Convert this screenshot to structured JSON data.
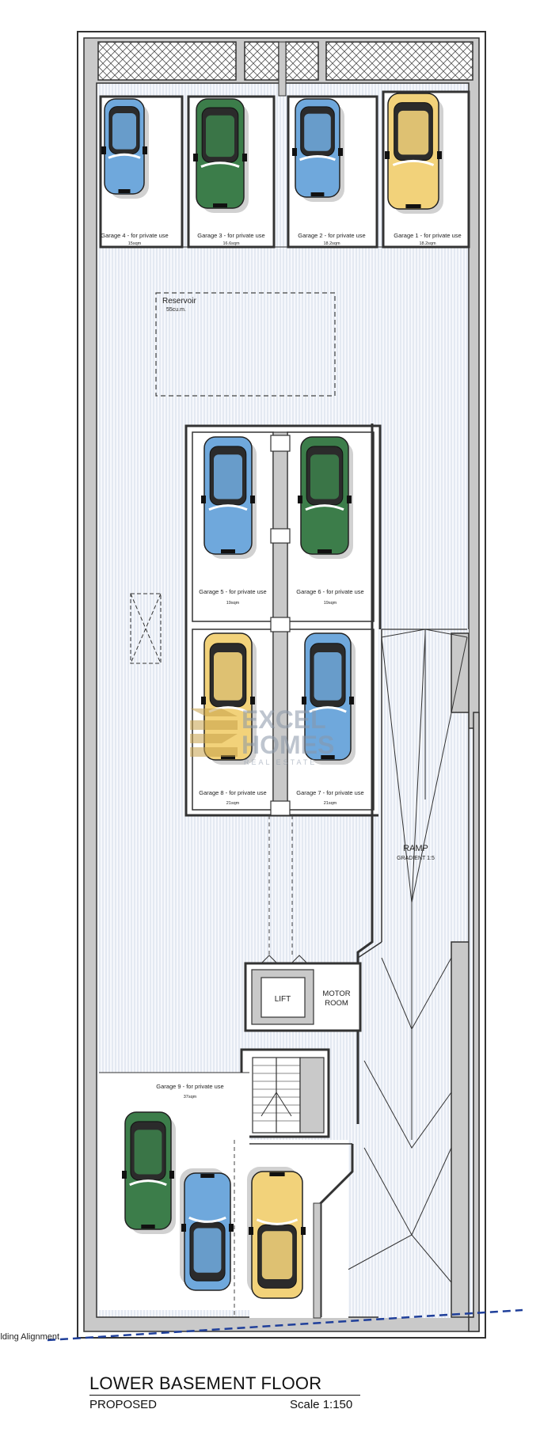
{
  "plan": {
    "garages": [
      {
        "name": "Garage 4 - for private use",
        "area": "15sqm"
      },
      {
        "name": "Garage 3 - for private use",
        "area": "16.6sqm"
      },
      {
        "name": "Garage 2 - for private use",
        "area": "18.2sqm"
      },
      {
        "name": "Garage 1 - for private use",
        "area": "18.2sqm"
      },
      {
        "name": "Garage 5 - for private use",
        "area": "19sqm"
      },
      {
        "name": "Garage 6 - for private use",
        "area": "19sqm"
      },
      {
        "name": "Garage 8 - for private use",
        "area": "21sqm"
      },
      {
        "name": "Garage 7 - for private use",
        "area": "21sqm"
      },
      {
        "name": "Garage 9 - for private use",
        "area": "37sqm"
      }
    ],
    "reservoir": {
      "name": "Reservoir",
      "volume": "55cu.m."
    },
    "lift": "LIFT",
    "motor_room": [
      "MOTOR",
      "ROOM"
    ],
    "ramp": {
      "name": "RAMP",
      "gradient": "GRADIENT 1:5"
    },
    "building_alignment": "ilding Alignment",
    "watermark": {
      "line1": "EXCEL",
      "line2": "HOMES",
      "line3": "REAL ESTATE"
    }
  },
  "footer": {
    "title": "LOWER BASEMENT FLOOR",
    "status": "PROPOSED",
    "scale": "Scale 1:150"
  },
  "colors": {
    "wall": "#c9c9c9",
    "hatch": "#d3dcea",
    "car_blue": "#6fa8dc",
    "car_green": "#3c7d4a",
    "car_yellow": "#f2d27a",
    "alignment_line": "#1f3f9a"
  },
  "icons": [
    "car-icon",
    "staircase-icon",
    "void-cross-icon",
    "ramp-arrow-icon"
  ]
}
